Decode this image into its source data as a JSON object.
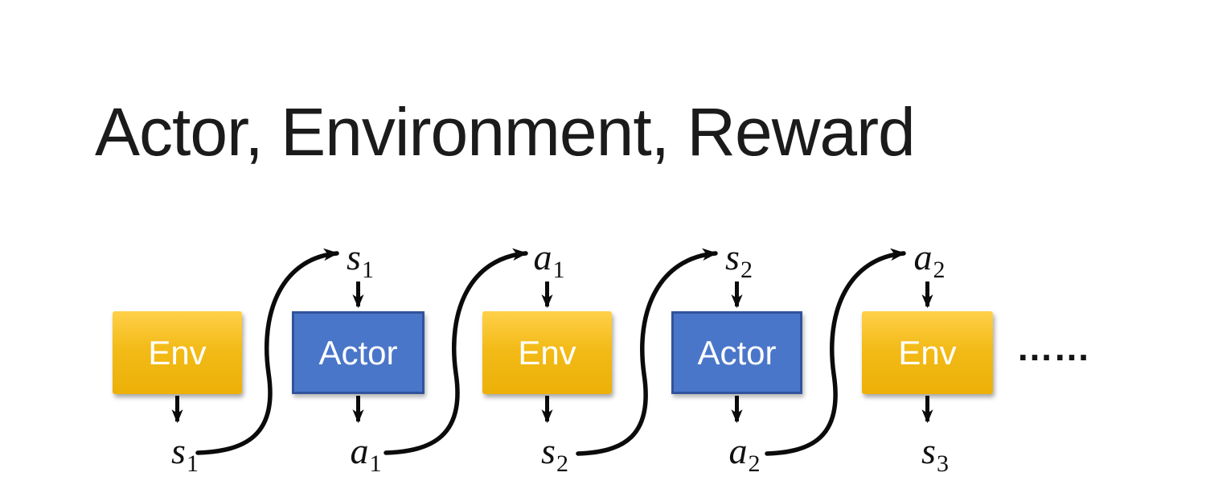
{
  "slide": {
    "title": "Actor, Environment, Reward"
  },
  "colors": {
    "env_gradient_top": "#FFD04A",
    "env_gradient_bottom": "#ECB008",
    "actor_fill": "#4A76C9",
    "actor_border": "#30539B",
    "box_text": "#FFFFFF",
    "arrow": "#0B0B0B",
    "title_text": "#1B1B1B"
  },
  "diagram": {
    "boxes": [
      {
        "id": "env-1",
        "label": "Env"
      },
      {
        "id": "actor-1",
        "label": "Actor"
      },
      {
        "id": "env-2",
        "label": "Env"
      },
      {
        "id": "actor-2",
        "label": "Actor"
      },
      {
        "id": "env-3",
        "label": "Env"
      }
    ],
    "input_labels": [
      {
        "base": "s",
        "sub": "1"
      },
      {
        "base": "a",
        "sub": "1"
      },
      {
        "base": "s",
        "sub": "2"
      },
      {
        "base": "a",
        "sub": "2"
      }
    ],
    "output_labels": [
      {
        "base": "s",
        "sub": "1"
      },
      {
        "base": "a",
        "sub": "1"
      },
      {
        "base": "s",
        "sub": "2"
      },
      {
        "base": "a",
        "sub": "2"
      },
      {
        "base": "s",
        "sub": "3"
      }
    ],
    "ellipsis": "……"
  }
}
